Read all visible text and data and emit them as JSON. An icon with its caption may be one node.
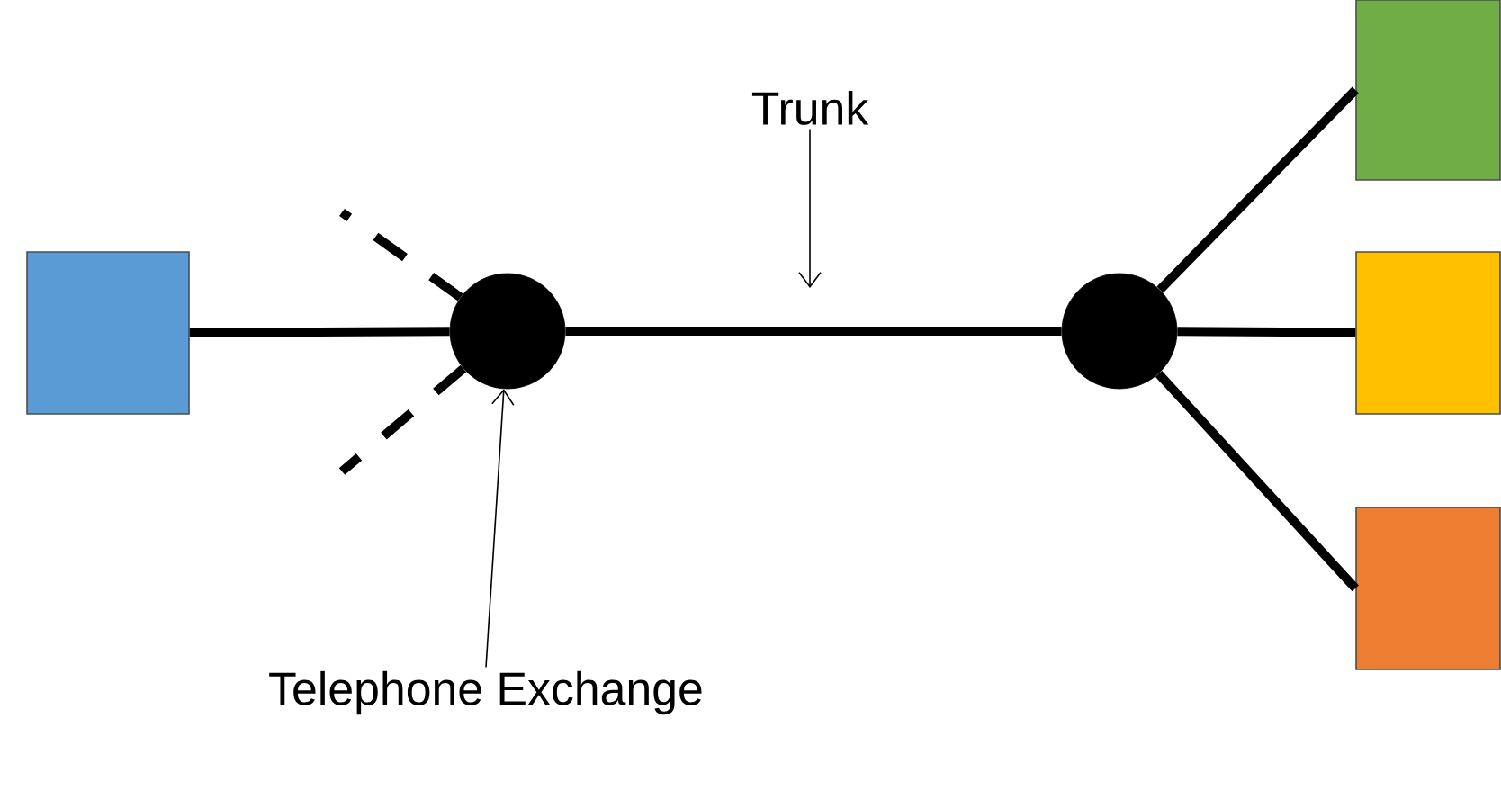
{
  "diagram": {
    "nodes": [
      {
        "text": [],
        "shape": "box"
      },
      {
        "text": [],
        "shape": "circle"
      },
      {
        "text": [],
        "shape": "circle"
      },
      {
        "text": [],
        "shape": "box"
      },
      {
        "text": [],
        "shape": "box"
      },
      {
        "text": [],
        "shape": "box"
      },
      {
        "text": [
          "Telephone Exchange"
        ]
      },
      {
        "text": [
          "Trunk"
        ]
      }
    ],
    "edges": [
      {
        "from": 0,
        "to": 1,
        "arrow": "none"
      },
      {
        "from": 1,
        "to": 2,
        "arrow": "none"
      },
      {
        "from": 2,
        "to": 3,
        "arrow": "none"
      },
      {
        "from": 2,
        "to": 4,
        "arrow": "none"
      },
      {
        "from": 2,
        "to": 5,
        "arrow": "none"
      },
      {
        "from": 1,
        "to": null,
        "arrow": "none",
        "style": "dashed"
      },
      {
        "from": 1,
        "to": null,
        "arrow": "none",
        "style": "dashed"
      },
      {
        "from": 6,
        "to": 1,
        "arrow": "to"
      },
      {
        "from": 7,
        "to": null,
        "arrow": "to"
      }
    ]
  }
}
